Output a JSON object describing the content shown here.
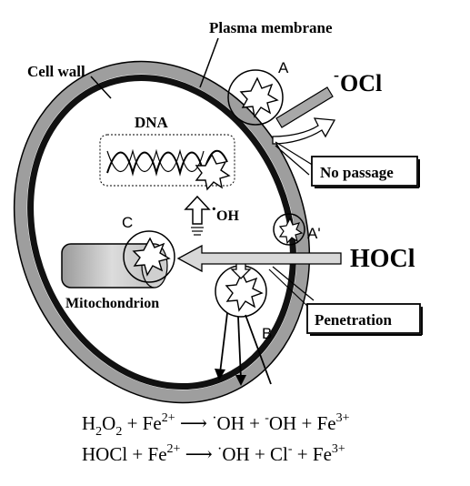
{
  "labels": {
    "plasma_membrane": "Plasma membrane",
    "cell_wall": "Cell wall",
    "dna": "DNA",
    "mitochondrion": "Mitochondrion",
    "ocl_charge": "-",
    "ocl": "OCl",
    "hocl": "HOCl",
    "no_passage": "No passage",
    "penetration": "Penetration",
    "oh_dot": "·",
    "oh": "OH",
    "site_a": "A",
    "site_a_prime": "A'",
    "site_b": "B",
    "site_c": "C"
  },
  "equations": {
    "eq1": {
      "h2o2_h": "H",
      "h2o2_2a": "2",
      "h2o2_o": "O",
      "h2o2_2b": "2",
      "plus1": " + Fe",
      "fe2": "2+",
      "arrow": " ⟶ ",
      "dot1": "·",
      "oh1": "OH + ",
      "minus": "-",
      "oh2": "OH + Fe",
      "fe3": "3+"
    },
    "eq2": {
      "hocl": "HOCl + Fe",
      "fe2": "2+",
      "arrow": " ⟶ ",
      "dot": "·",
      "oh": "OH + Cl",
      "minus": "-",
      "plus": " + Fe",
      "fe3": "3+"
    }
  }
}
